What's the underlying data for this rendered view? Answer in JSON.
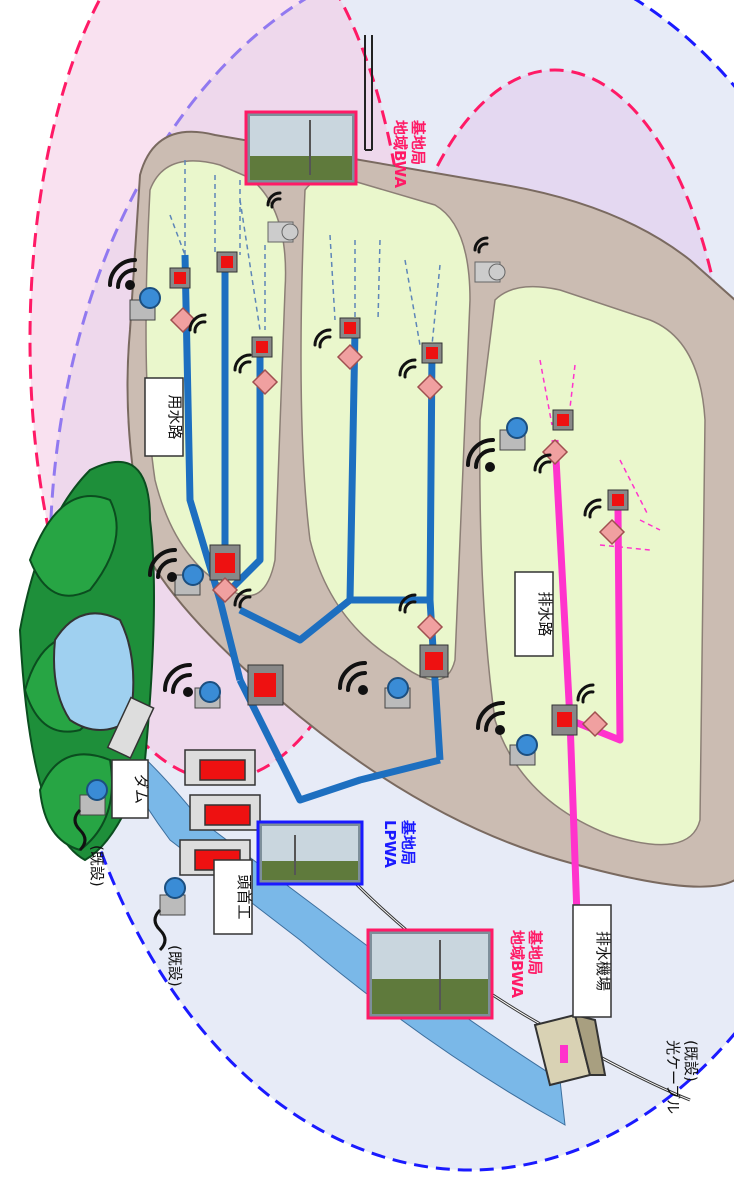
{
  "labels": {
    "dam": "ダム",
    "headworks": "頭首工",
    "irrigation_channel": "用水路",
    "drainage_channel": "排水路",
    "pump_station": "排水機場",
    "lpwa_station": "LPWA\n基地局",
    "bwa_station_top": "地域BWA\n基地局",
    "bwa_station_bottom": "地域BWA\n基地局",
    "existing_1": "(既設)",
    "existing_2": "(既設)",
    "optical_cable": "光ケーブル\n(既設)"
  },
  "colors": {
    "bwa_zone_pink": "#ff1a66",
    "lpwa_zone_blue": "#1a1aff",
    "irrigation_pipe": "#1d6fc0",
    "drainage_pipe": "#ff33cc",
    "field_fill": "#eaf7cc",
    "field_border": "#b7aaa2",
    "river": "#7ab8e8",
    "gate_red": "#ee1111"
  },
  "icons": [
    "camera-icon",
    "water-gate-icon",
    "wireless-signal-icon",
    "water-level-sensor-icon",
    "tree-icon",
    "pump-building-icon",
    "antenna-tower-icon"
  ]
}
